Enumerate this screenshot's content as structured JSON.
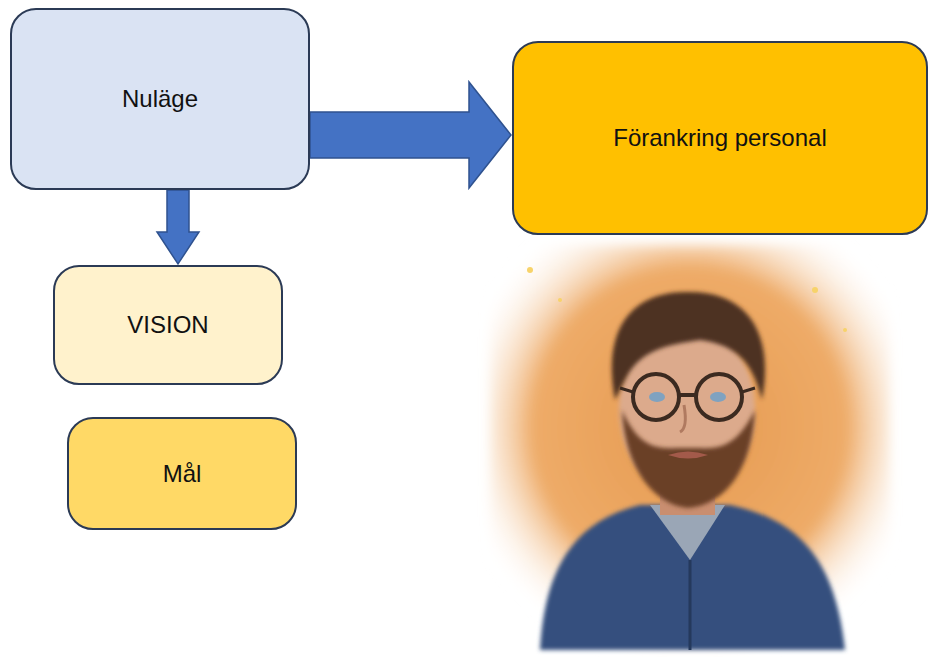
{
  "diagram": {
    "nodes": [
      {
        "text": [
          "Nuläge"
        ]
      },
      {
        "text": [
          "Förankring personal"
        ]
      },
      {
        "text": [
          "VISION"
        ]
      },
      {
        "text": [
          "Mål"
        ]
      }
    ],
    "edges": [
      {
        "from": 0,
        "to": 1,
        "arrow": "to"
      },
      {
        "from": 0,
        "to": 2,
        "arrow": "to"
      }
    ]
  }
}
